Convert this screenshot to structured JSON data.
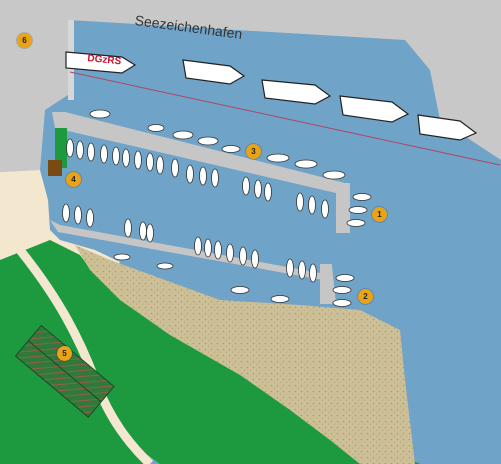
{
  "map": {
    "quay_label": "Seezeichenhafen",
    "vessel_label": "DGzRS",
    "markers": [
      "1",
      "2",
      "3",
      "4",
      "5",
      "6"
    ],
    "colors": {
      "water": "#6fa3c8",
      "quay": "#c8c8c8",
      "land": "#f3e7cf",
      "grass": "#1d9a3f",
      "sand": "#cdbf96",
      "jetty": "#c6c6c6",
      "marker": "#e8a317",
      "line": "#b04464"
    }
  }
}
